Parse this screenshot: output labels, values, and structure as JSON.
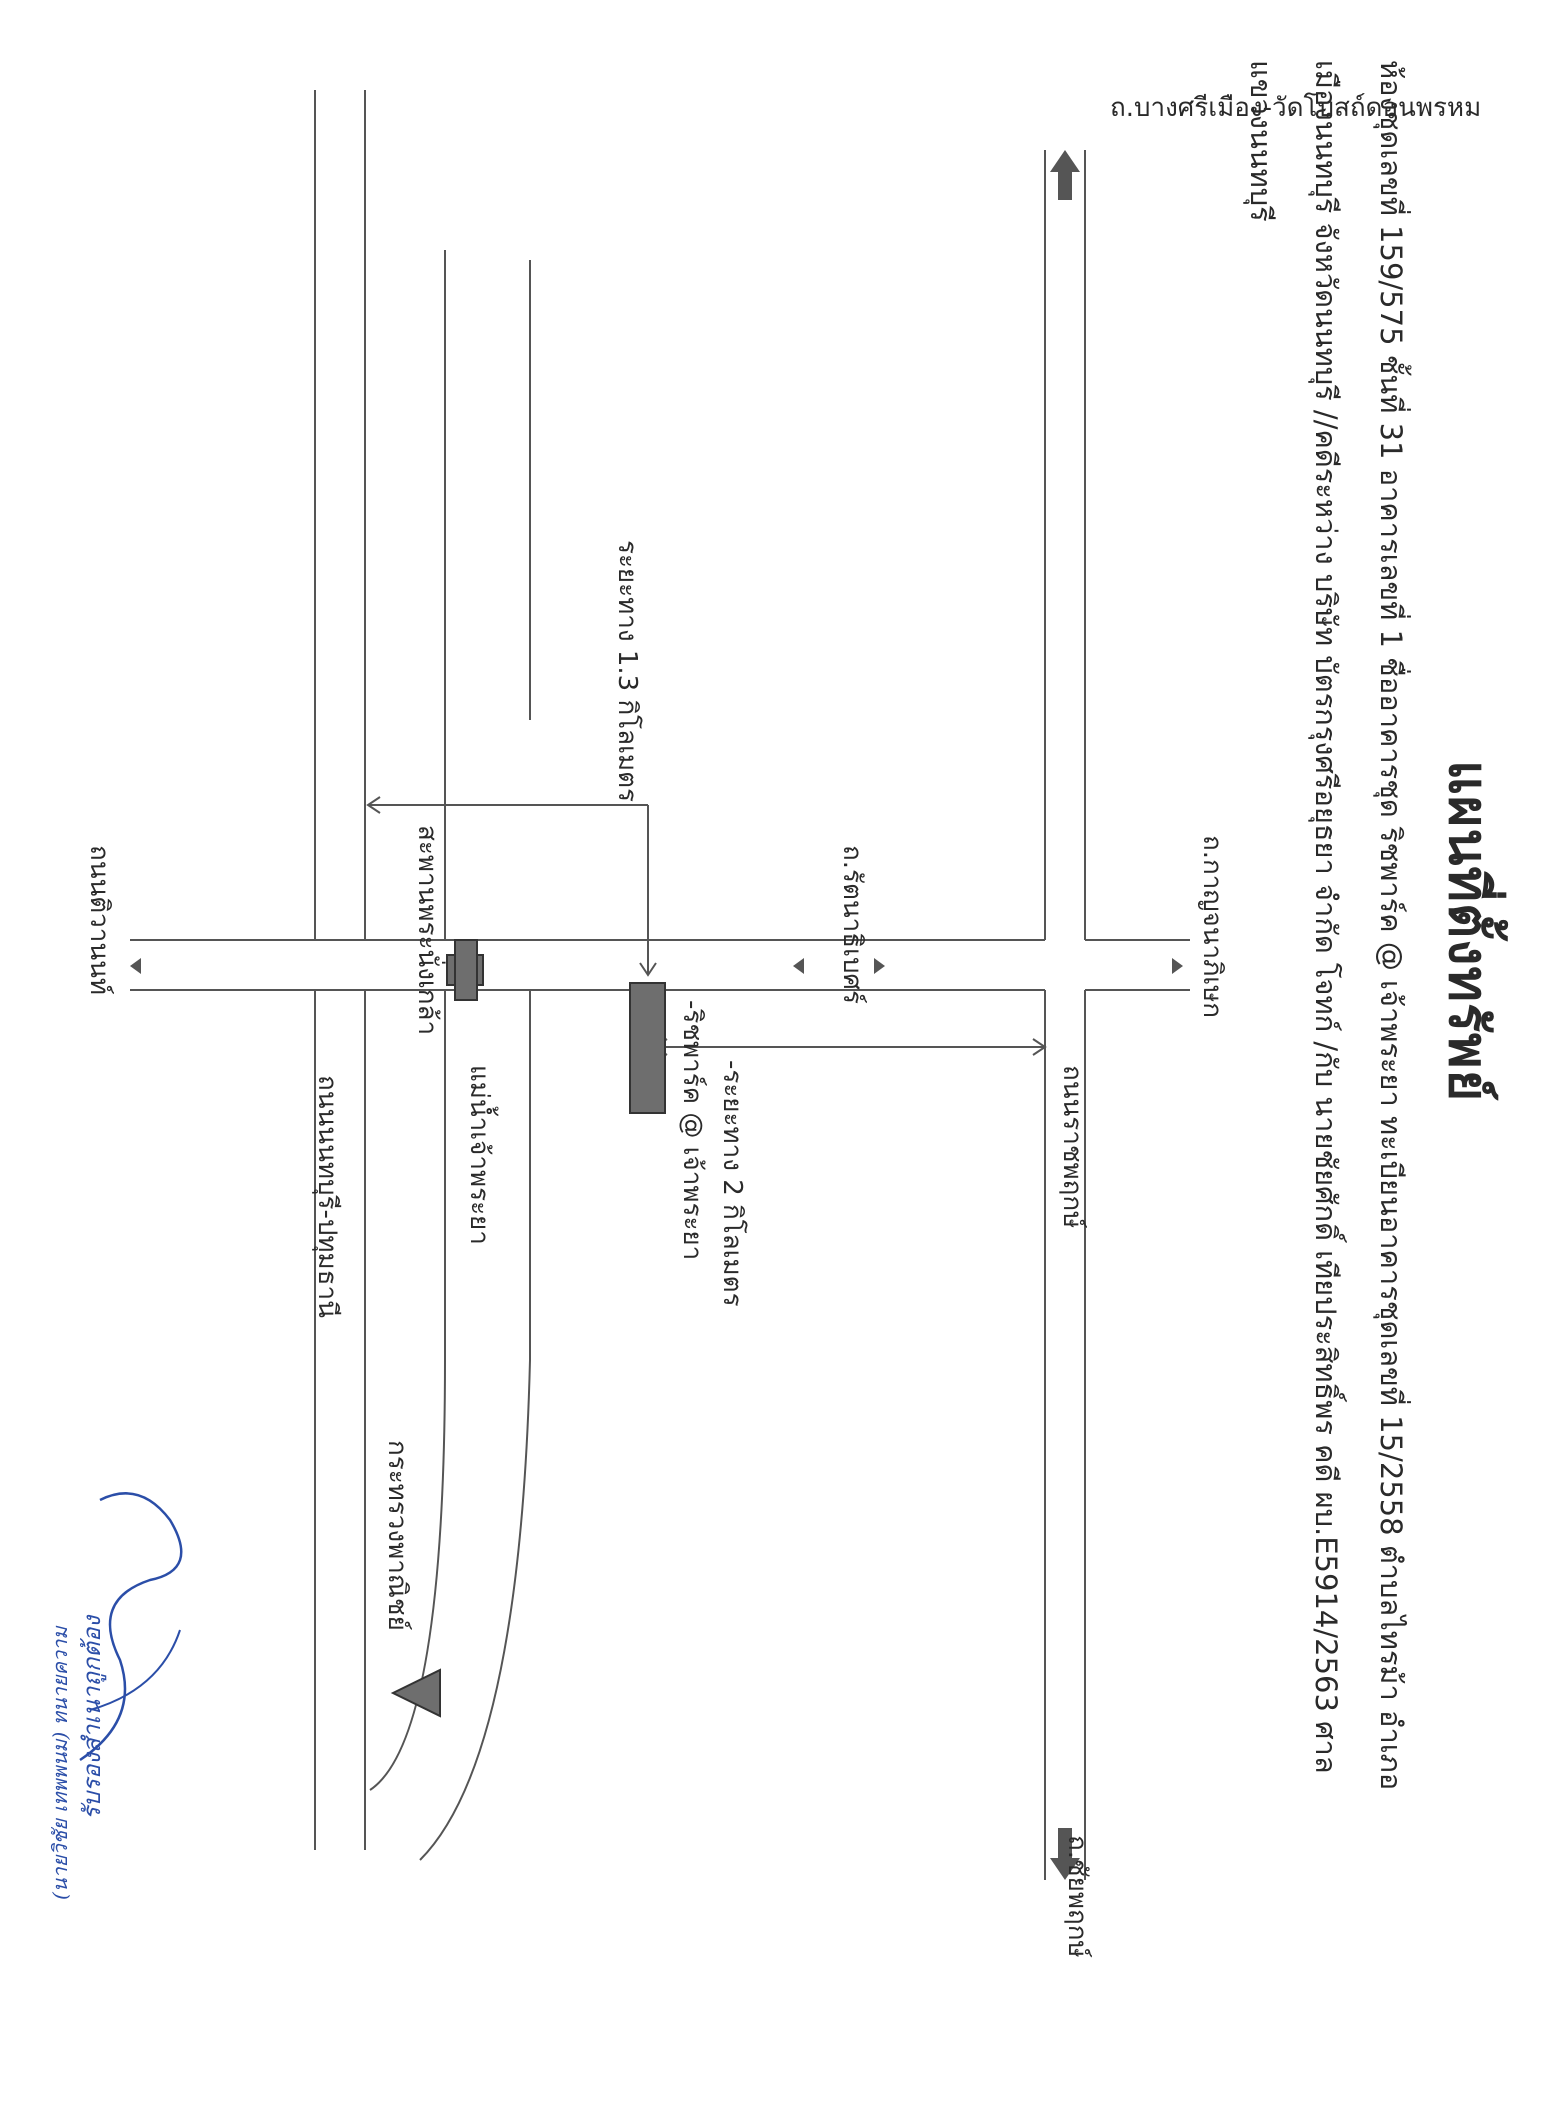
{
  "title": "แผนที่ตั้งทรัพย์",
  "header": {
    "line1": "ห้องชุดเลขที่ 159/575 ชั้นที่ 31 อาคารเลขที่ 1 ชื่ออาคารชุด ริชพาร์ค @ เจ้าพระยา ทะเบียนอาคารชุดเลขที่ 15/2558  ตำบลไทรม้า   อำเภอ",
    "line2": "เมืองนนทบุรี จังหวัดนนทบุรี //คดีระหว่าง บริษัท บัตรกรุงศรีอยุธยา จำกัด โจทก์ /กับ นายชัยศักดิ์ เทียประสิทธิ์พร  คดี ผบ.E5914/2563 ศาล",
    "line3": "แขวงนนทบุรี"
  },
  "labels": {
    "road_bangsri": "ถ.บางศรีเมือง-วัดโบสถ์ดอนพรหม",
    "road_kanchana": "ถ.กาญจนาภิเษก",
    "road_rattanathibet": "ถ.รัตนาธิเบศร์",
    "road_ratchaphruek": "ถนนราชพฤกษ์",
    "road_chaiyaphruek": "ถ.ชัยพฤกษ์",
    "distance_1": "ระยะทาง 1.3 กิโลเมตร",
    "distance_2": "-ระยะทาง 2 กิโลเมตร",
    "property": "-ริชพาร์ค @ เจ้าพระยา",
    "bridge": "สะพานพระนั่งเกล้า",
    "river": "แม่น้ำเจ้าพระยา",
    "road_nonthaburi_1": "ถนนนนทบุรี-ปทุมธานี",
    "road_nonthaburi_2": "ถนนติวานนท์",
    "ministry": "กระทรวงพาณิชย์"
  },
  "signature": {
    "text": "รับรองสำเนาถูกต้อง",
    "name": "(นายวิชัย เทพพนม) ทนายความ"
  },
  "colors": {
    "road": "#555555",
    "marker": "#6e6e6e",
    "ink": "#2b4ea8"
  }
}
